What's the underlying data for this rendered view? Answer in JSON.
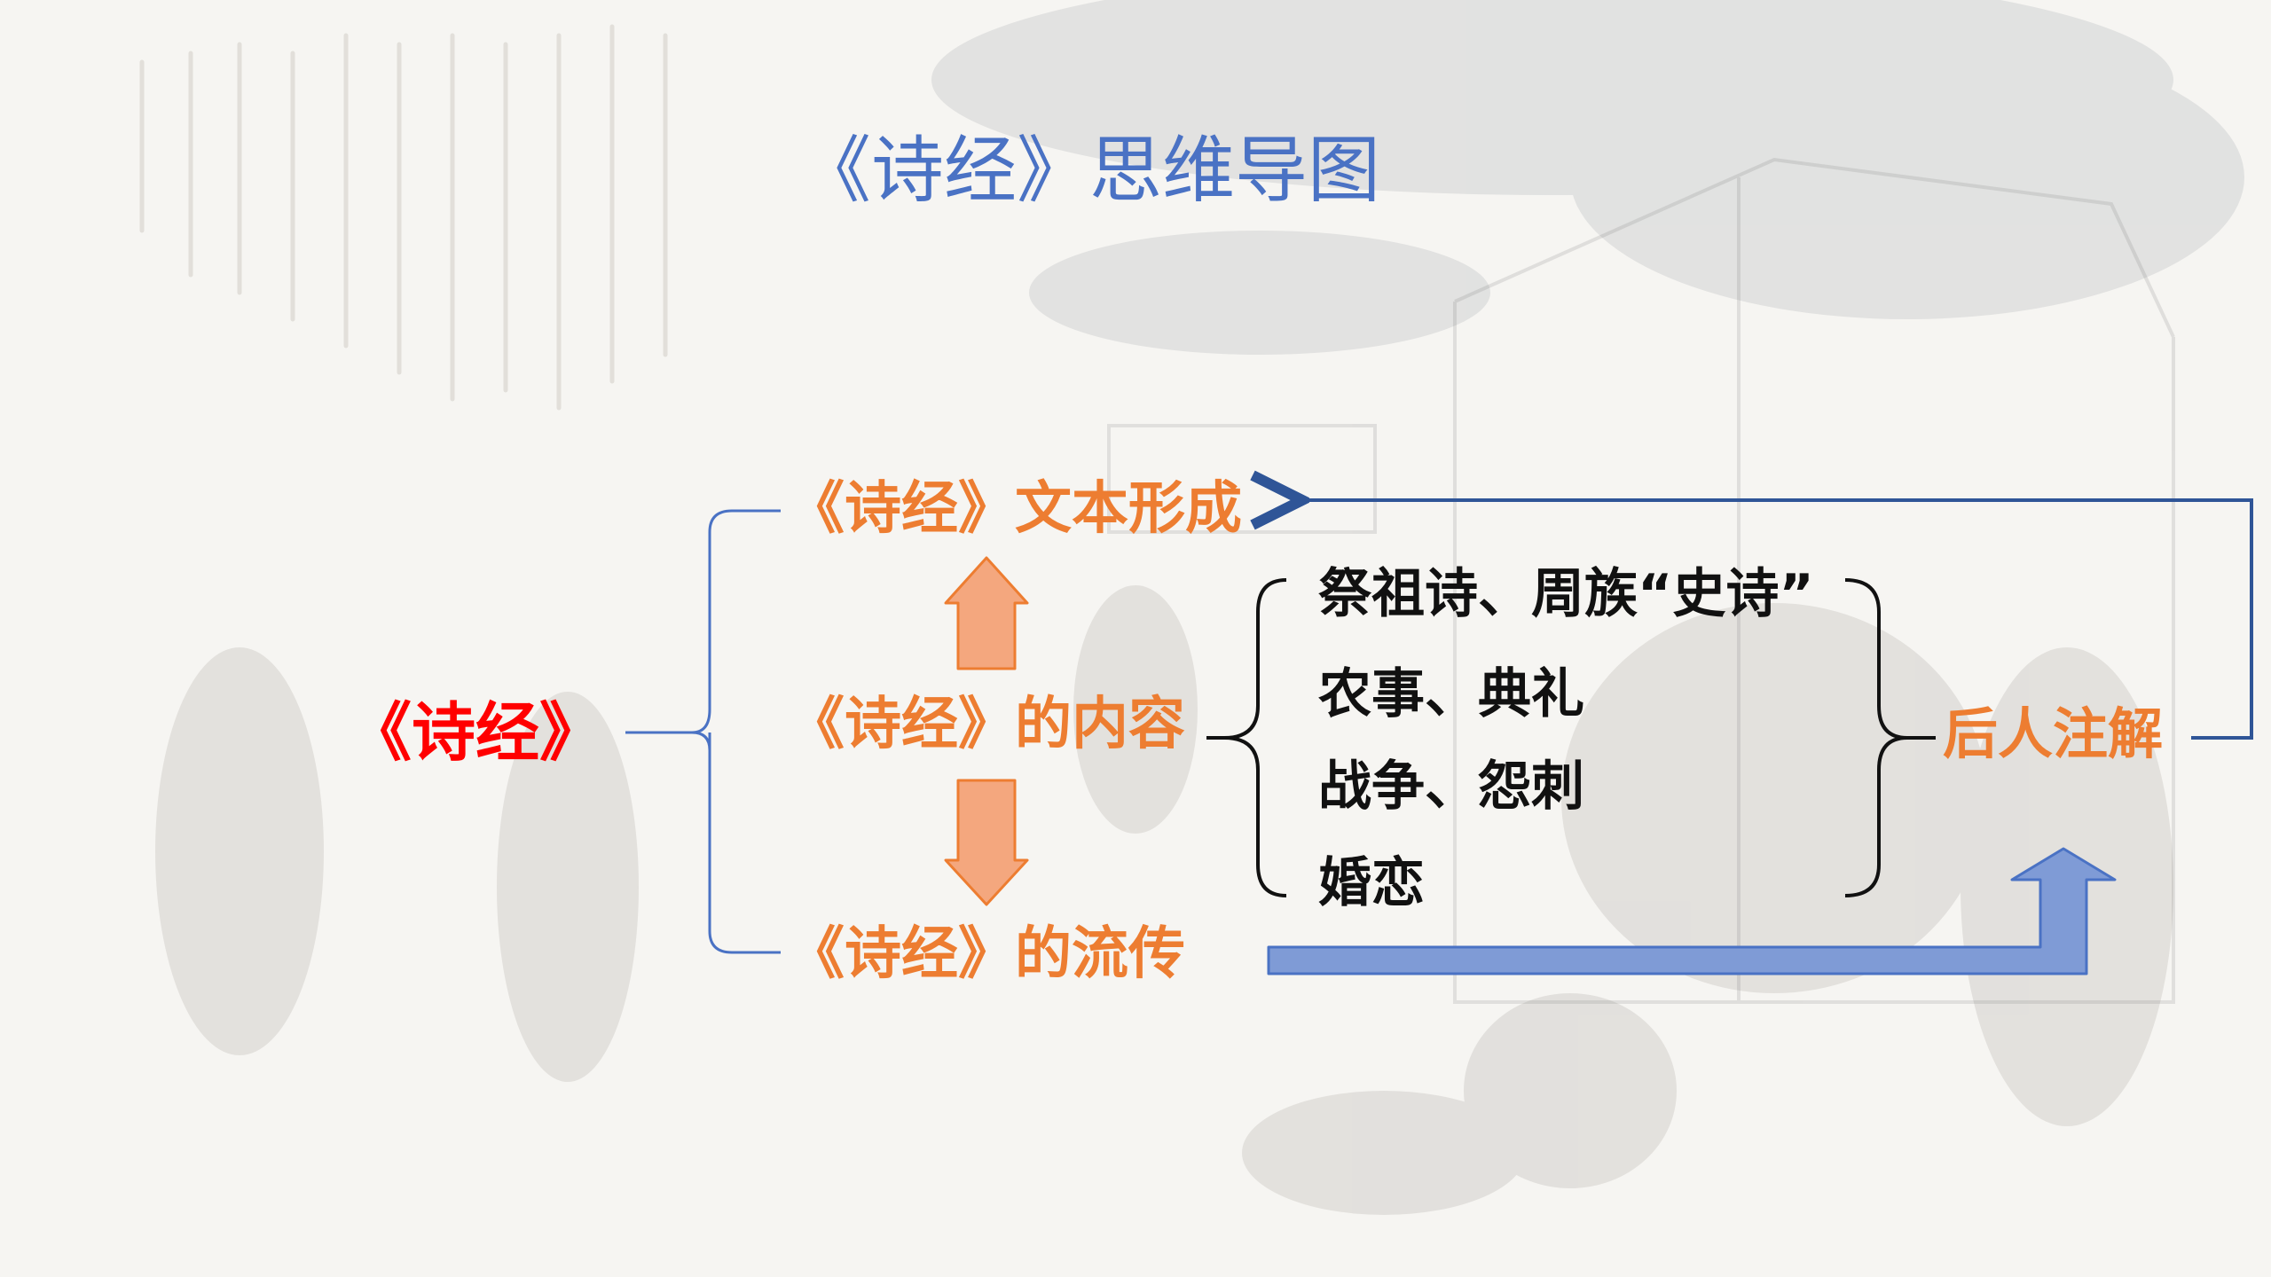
{
  "title": "《诗经》思维导图",
  "root": {
    "label": "《诗经》"
  },
  "branches": {
    "formation": "《诗经》文本形成",
    "content": "《诗经》的内容",
    "spread": "《诗经》的流传"
  },
  "content_items": [
    "祭祖诗、周族“史诗”",
    "农事、典礼",
    "战争、怨刺",
    "婚恋"
  ],
  "later_annotation": "后人注解",
  "colors": {
    "title": "#4a72c4",
    "root": "#ff0000",
    "branch": "#ed7d31",
    "content": "#111111",
    "bracket": "#4a72c4",
    "arrow_orange": "#f4a77e",
    "arrow_blue": "#7f9bd6",
    "return_line": "#2f5597"
  }
}
